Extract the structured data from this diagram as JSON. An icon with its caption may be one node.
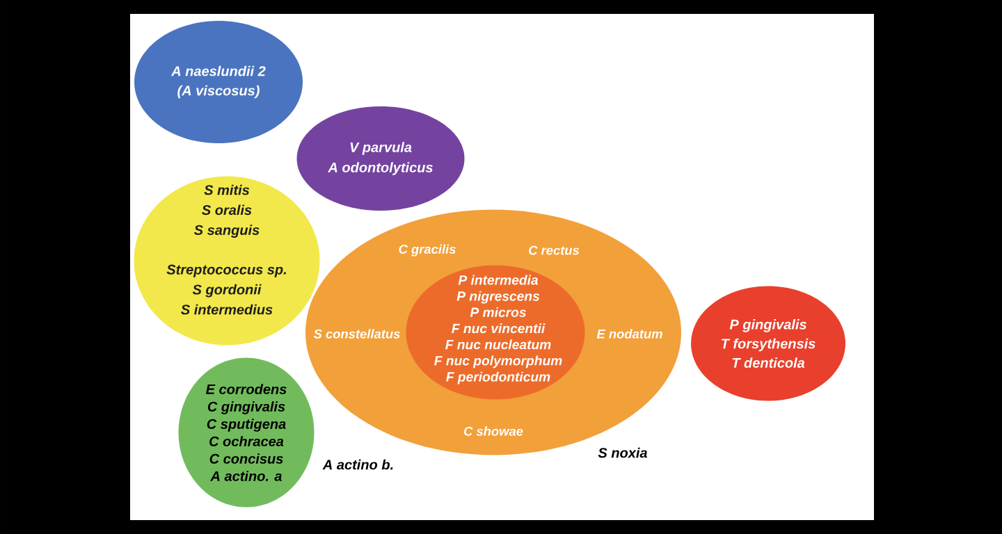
{
  "diagram": {
    "nodes": [
      {
        "text": [
          "A naeslundii 2",
          "(A viscosus)"
        ]
      },
      {
        "text": [
          "V parvula",
          "A odontolyticus"
        ]
      },
      {
        "text": [
          "S mitis",
          "S oralis",
          "S sanguis",
          "Streptococcus sp.",
          "S gordonii",
          "S intermedius"
        ]
      },
      {
        "text": [
          "C gracilis",
          "C rectus",
          "S constellatus",
          "E nodatum",
          "C showae"
        ]
      },
      {
        "text": [
          "P intermedia",
          "P nigrescens",
          "P micros",
          "F nuc vincentii",
          "F nuc nucleatum",
          "F nuc polymorphum",
          "F periodonticum"
        ],
        "in": 3
      },
      {
        "text": [
          "P gingivalis",
          "T forsythensis",
          "T denticola"
        ]
      },
      {
        "text": [
          "E corrodens",
          "C gingivalis",
          "C sputigena",
          "C ochracea",
          "C concisus",
          "A actino. a"
        ]
      }
    ],
    "labels": [
      "A actino b.",
      "S noxia"
    ]
  }
}
